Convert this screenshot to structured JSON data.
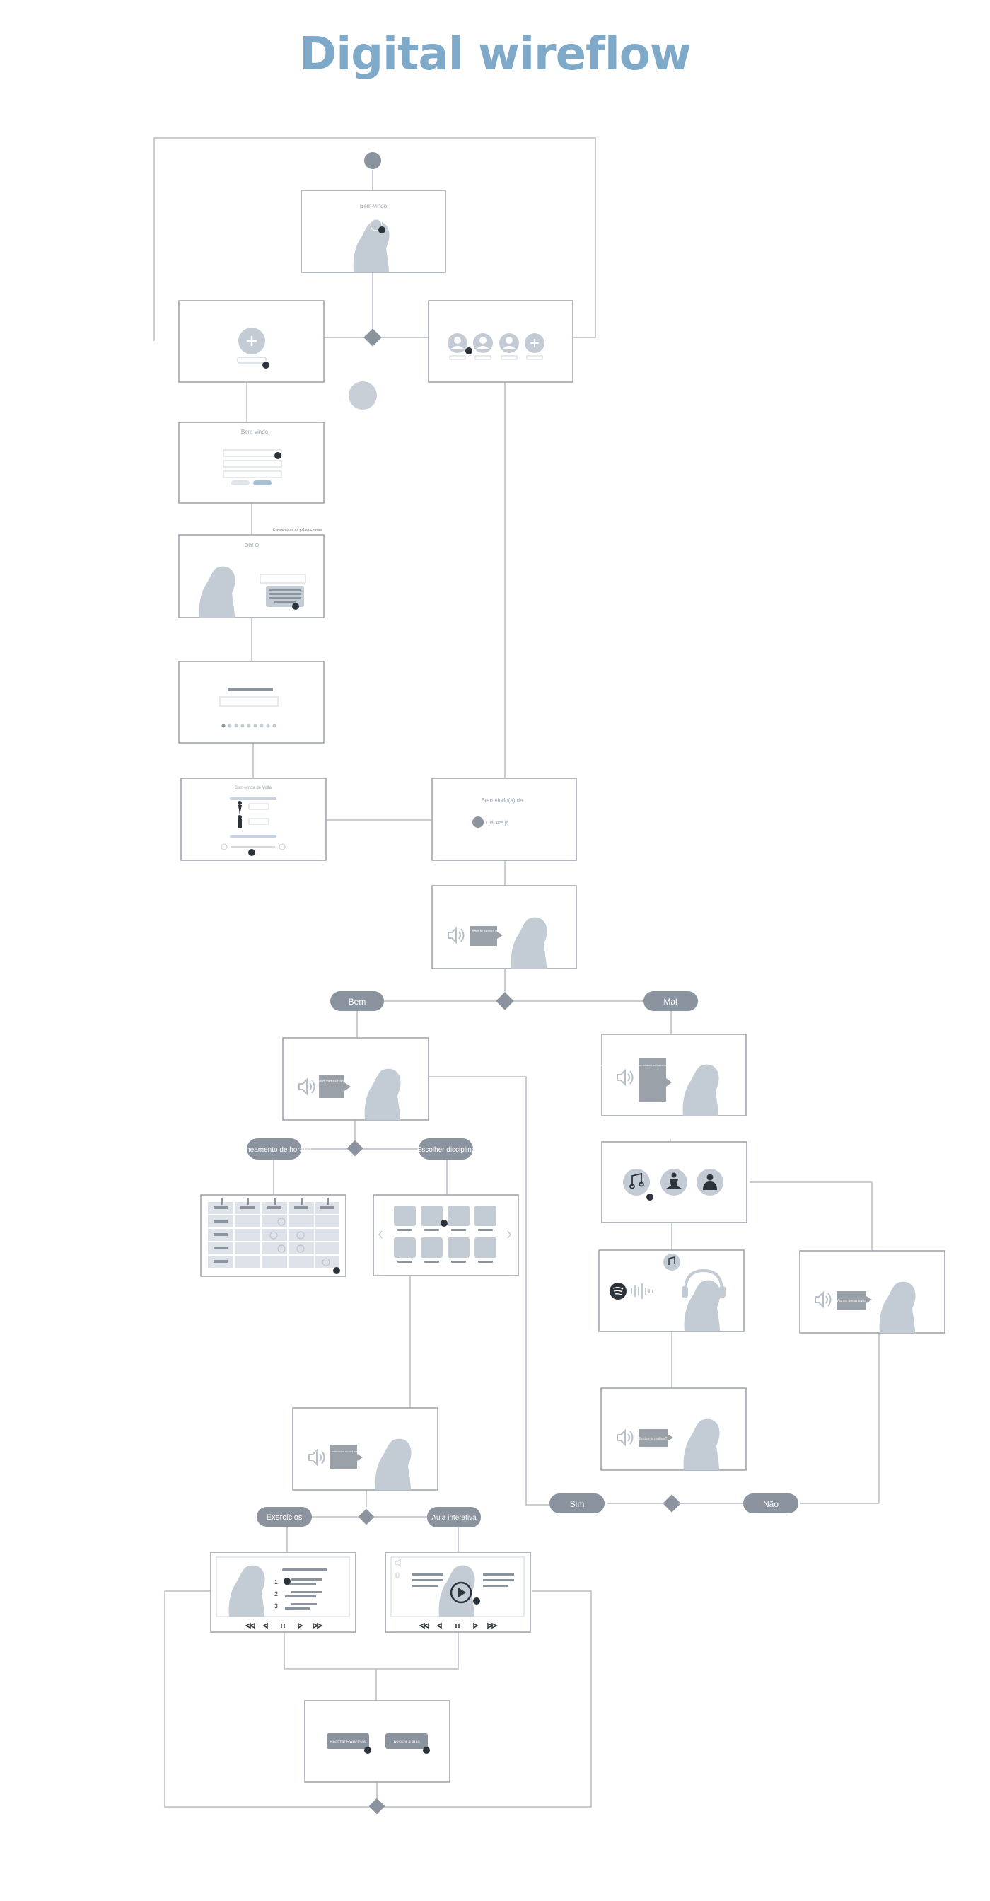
{
  "title": "Digital wireflow",
  "screens": {
    "welcome_title": "Bem-vindo",
    "login_title": "Bem-vindo",
    "forgot_password": "Esqueceu-se da palavra-passe",
    "name_title": "Olá! O",
    "profile_title": "Bem-vinda de Volta",
    "mood_title": "Bem-vindo(a) de",
    "mood_option": "Olá! Até já",
    "bubble_mood": "Olá! Como te sentes hoje?",
    "bubble_good": "Fico feliz! Vamos trabalhar?",
    "bubble_bad": "Lamento. O que achas de ouvirmos música ou fazermos um exercício de relaxamento?",
    "bubble_feel": "Sentes-te melhor?",
    "bubble_other": "Vamos tentar outra",
    "bubble_choose": "Queres fazer exercícios ou ver aula interativa?",
    "btn_exercises": "Realizar Exercícios",
    "btn_class": "Assistir à aula"
  },
  "decisions": {
    "bem": "Bem",
    "mal": "Mal",
    "planeamento": "Planeamento de horário",
    "escolher": "Escolher disciplina",
    "exercicios": "Exercícios",
    "aula": "Aula interativa",
    "sim": "Sim",
    "nao": "Não"
  },
  "colors": {
    "title": "#7ea9c8",
    "node": "#8a939e",
    "line": "#b8bec5",
    "silhouette": "#c3cbd4",
    "frame": "#9aa1a8"
  },
  "icons": [
    "speaker-icon",
    "plus-icon",
    "user-icon",
    "music-icon",
    "meditation-icon",
    "doctor-icon",
    "spotify-icon",
    "headphones-icon",
    "play-icon",
    "cursor-icon",
    "keyboard-icon",
    "calendar-icon"
  ]
}
